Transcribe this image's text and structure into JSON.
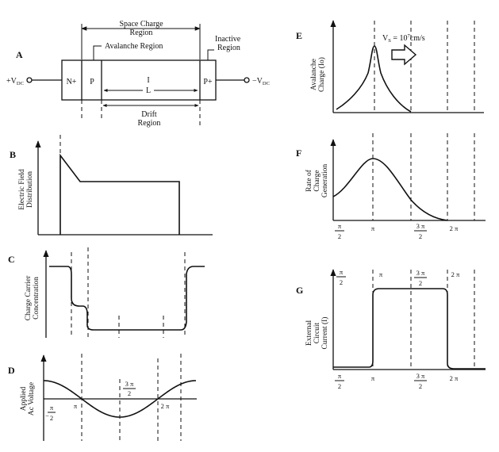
{
  "panels": {
    "A": {
      "letter": "A",
      "space_charge_1": "Space Charge",
      "space_charge_2": "Region",
      "avalanche_region": "Avalanche Region",
      "inactive_1": "Inactive",
      "inactive_2": "Region",
      "vdc_plus": "+V",
      "vdc_minus": "−V",
      "vdc_sub": "DC",
      "n_plus": "N+",
      "p": "P",
      "i": "I",
      "l": "L",
      "p_plus": "P+",
      "drift_1": "Drift",
      "drift_2": "Region"
    },
    "B": {
      "letter": "B",
      "ylabel_1": "Electric Field",
      "ylabel_2": "Distribution"
    },
    "C": {
      "letter": "C",
      "ylabel_1": "Charge Carrier",
      "ylabel_2": "Concentration"
    },
    "D": {
      "letter": "D",
      "ylabel_1": "Applied",
      "ylabel_2": "Ac Voltage",
      "tick_pi_half_num": "π",
      "tick_pi_half_den": "2",
      "tick_pi_half_neg": "−",
      "tick_pi": "π",
      "tick_3pi_half_num": "3 π",
      "tick_3pi_half_den": "2",
      "tick_2pi": "2 π"
    },
    "E": {
      "letter": "E",
      "ylabel_1": "Avalanche",
      "ylabel_2": "Charge (Io)",
      "velocity": "V",
      "velocity_sub": "S",
      "velocity_val": " = 10",
      "velocity_exp": "7",
      "velocity_unit": "cm/s"
    },
    "F": {
      "letter": "F",
      "ylabel_1": "Rate of",
      "ylabel_2": "Charge",
      "ylabel_3": "Generation",
      "tick_pi_half_num": "π",
      "tick_pi_half_den": "2",
      "tick_pi": "π",
      "tick_3pi_half_num": "3 π",
      "tick_3pi_half_den": "2",
      "tick_2pi": "2 π"
    },
    "G": {
      "letter": "G",
      "ylabel_1": "External",
      "ylabel_2": "Circuit",
      "ylabel_3": "Current (I)",
      "top_pi_half_num": "π",
      "top_pi_half_den": "2",
      "top_pi": "π",
      "top_3pi_half_num": "3 π",
      "top_3pi_half_den": "2",
      "top_2pi": "2 π",
      "bot_pi_half_num": "π",
      "bot_pi_half_den": "2",
      "bot_pi": "π",
      "bot_3pi_half_num": "3 π",
      "bot_3pi_half_den": "2",
      "bot_2pi": "2 π"
    }
  }
}
